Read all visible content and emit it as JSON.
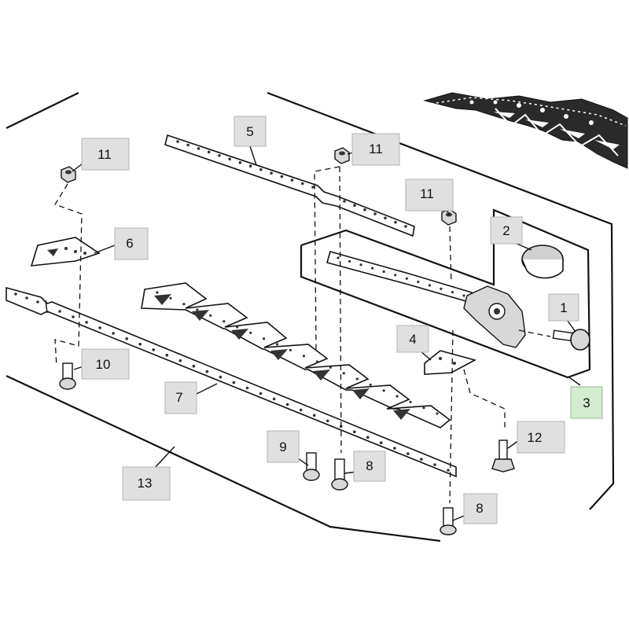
{
  "diagram": {
    "type": "exploded-parts-view",
    "callouts": {
      "c1": "1",
      "c2": "2",
      "c3": "3",
      "c4": "4",
      "c5": "5",
      "c6": "6",
      "c7": "7",
      "c8a": "8",
      "c8b": "8",
      "c9": "9",
      "c10": "10",
      "c11a": "11",
      "c11b": "11",
      "c11c": "11",
      "c12": "12",
      "c13": "13"
    },
    "colors": {
      "callout_box": "#e0e0e0",
      "callout_box_highlight": "#d4ecd0",
      "callout_border": "#b4b4b4",
      "callout_border_highlight": "#8fbf8a",
      "line": "#111111",
      "part_fill": "#ffffff",
      "shaded_part": "#d8d8d8"
    }
  }
}
